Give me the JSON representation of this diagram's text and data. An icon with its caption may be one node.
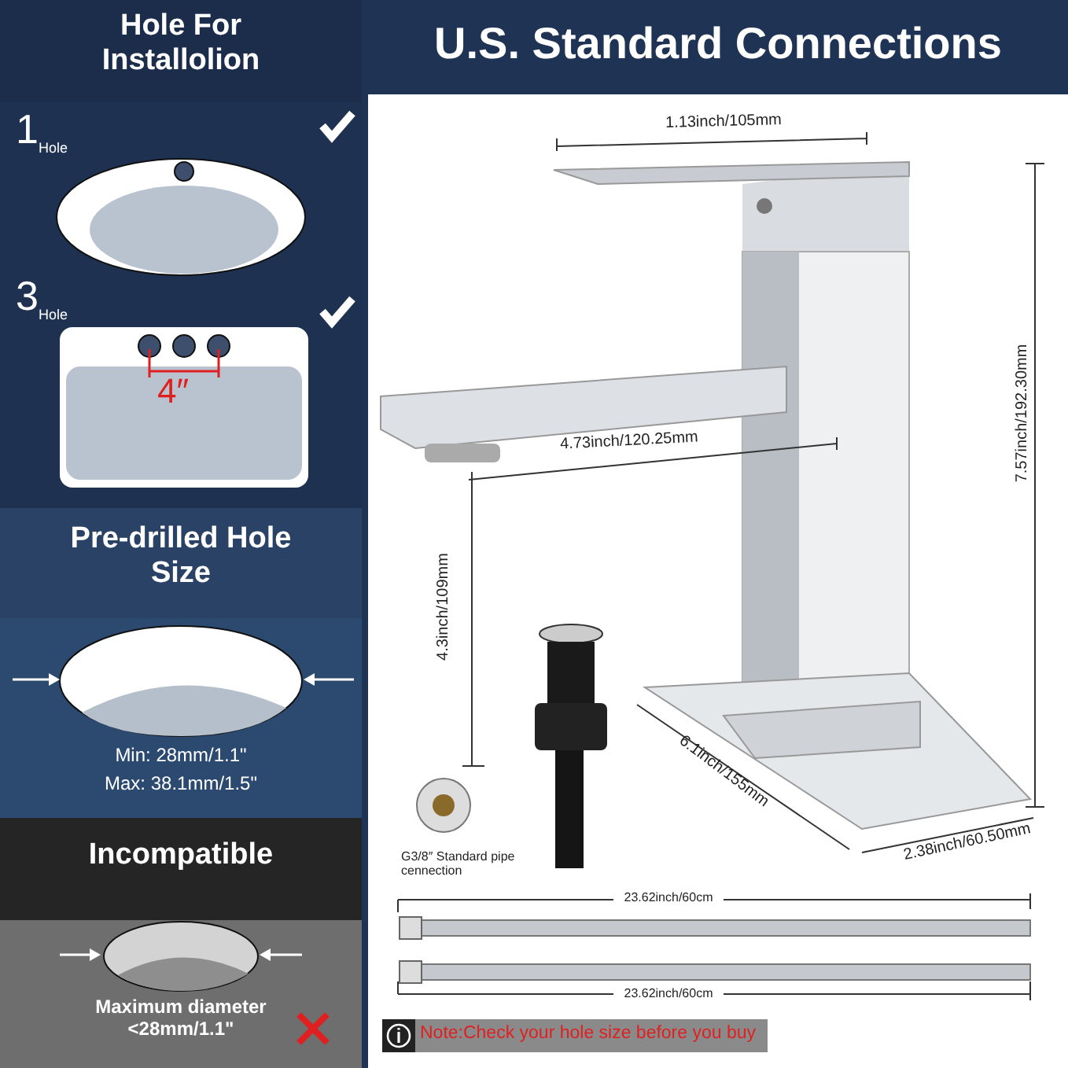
{
  "diagram": {
    "title": "U.S. Standard Connections",
    "labels": [
      "Hole For Installolion",
      "1$_{Hole}$",
      "3$_{Hole}$",
      "4″",
      "Pre-drilled Hole Size",
      "Min: 28mm/1.1\"",
      "Max: 38.1mm/1.5\"",
      "Incompatible",
      "Maximum diameter <28mm/1.1\"",
      "1.13inch/105mm",
      "4.73inch/120.25mm",
      "7.57inch/192.30mm",
      "4.3inch/109mm",
      "6.1inch/155mm",
      "2.38inch/60.50mm",
      "G3/8″ Standard pipe cennection",
      "23.62inch/60cm",
      "23.62inch/60cm",
      "Note:Check your hole size before you buy"
    ]
  }
}
